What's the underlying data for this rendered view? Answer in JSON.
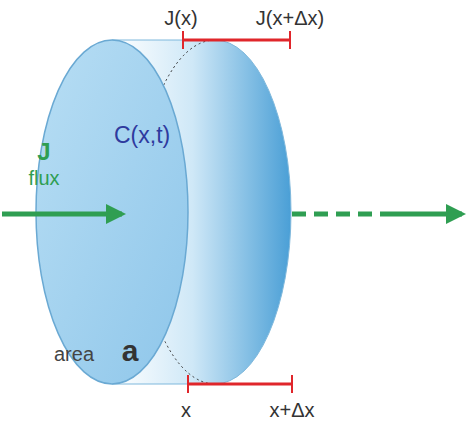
{
  "diagram": {
    "nodes": [
      {
        "text": [
          "C(x,t)"
        ]
      }
    ],
    "labels": [
      "J(x)",
      "J(x+Δx)",
      "J",
      "flux",
      "area",
      "a",
      "x",
      "x+Δx"
    ]
  }
}
